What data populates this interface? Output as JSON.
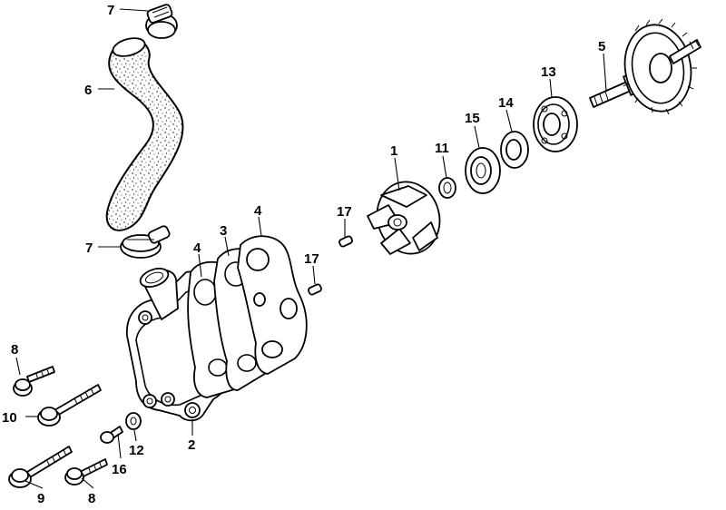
{
  "diagram": {
    "callouts": {
      "c1": "1",
      "c2": "2",
      "c3": "3",
      "c4a": "4",
      "c4b": "4",
      "c5": "5",
      "c6": "6",
      "c7a": "7",
      "c7b": "7",
      "c8a": "8",
      "c8b": "8",
      "c9": "9",
      "c10": "10",
      "c11": "11",
      "c12": "12",
      "c13": "13",
      "c14": "14",
      "c15": "15",
      "c16": "16",
      "c17a": "17",
      "c17b": "17"
    },
    "colors": {
      "line": "#000000",
      "background": "#ffffff"
    }
  }
}
